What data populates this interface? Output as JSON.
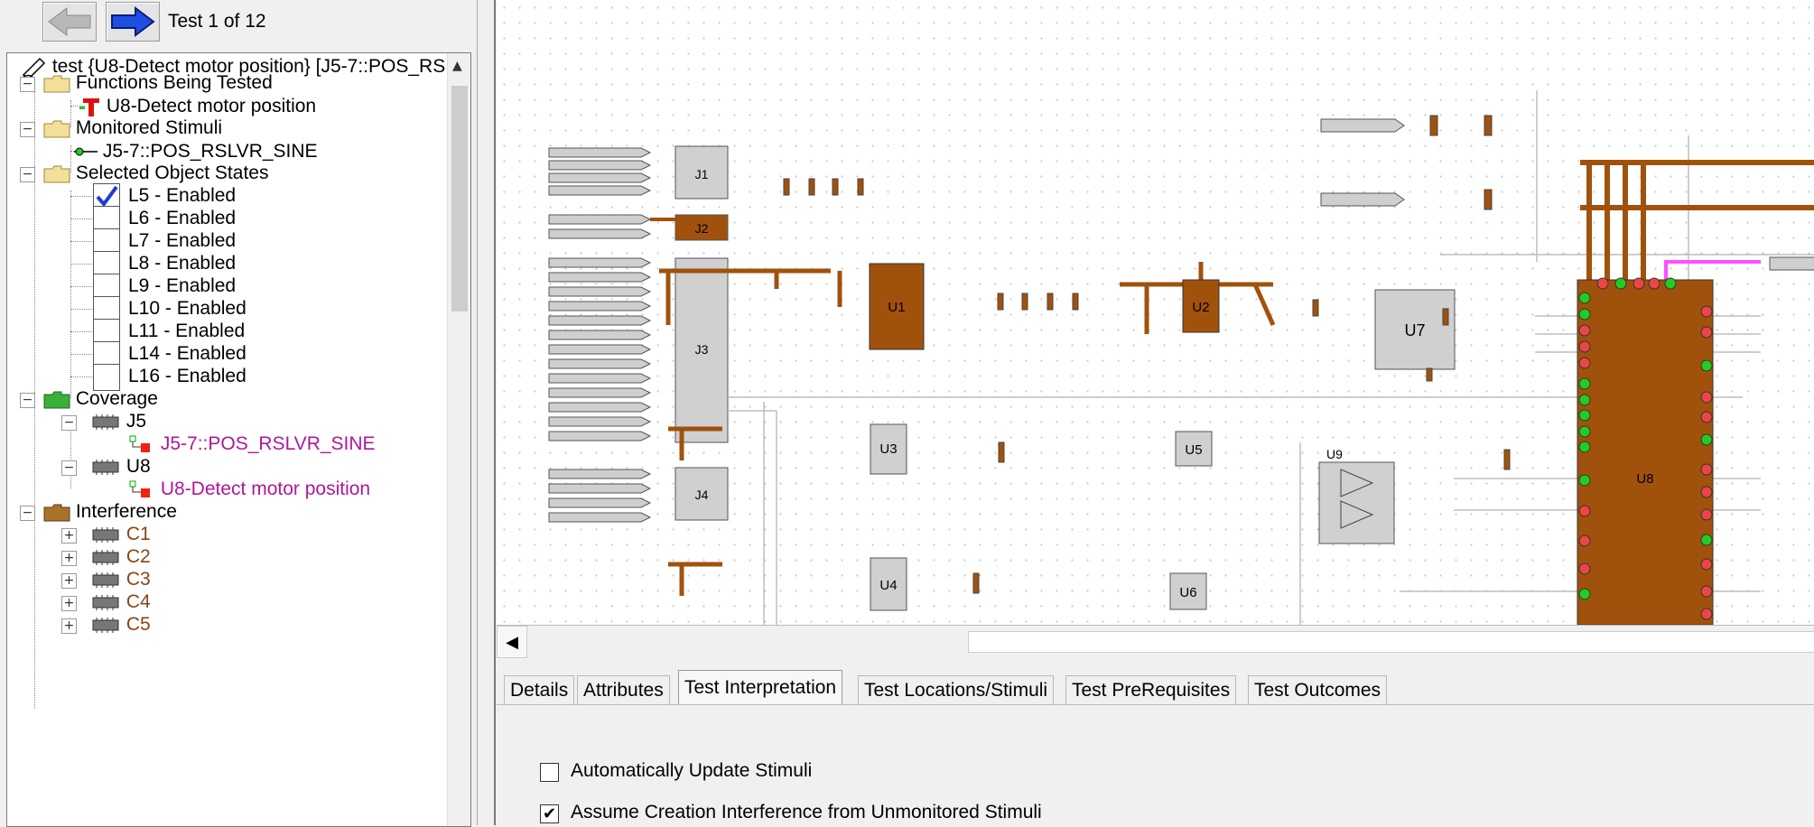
{
  "toolbar": {
    "counter": "Test 1 of 12"
  },
  "tree": {
    "root": "test {U8-Detect motor position} [J5-7::POS_RS",
    "functions": {
      "label": "Functions Being Tested",
      "items": [
        "U8-Detect motor position"
      ]
    },
    "stimuli": {
      "label": "Monitored Stimuli",
      "items": [
        "J5-7::POS_RSLVR_SINE"
      ]
    },
    "states": {
      "label": "Selected Object States",
      "items": [
        {
          "label": "L5 - Enabled",
          "checked": true
        },
        {
          "label": "L6 - Enabled",
          "checked": false
        },
        {
          "label": "L7 - Enabled",
          "checked": false
        },
        {
          "label": "L8 - Enabled",
          "checked": false
        },
        {
          "label": "L9 - Enabled",
          "checked": false
        },
        {
          "label": "L10 - Enabled",
          "checked": false
        },
        {
          "label": "L11 - Enabled",
          "checked": false
        },
        {
          "label": "L14 - Enabled",
          "checked": false
        },
        {
          "label": "L16 - Enabled",
          "checked": false
        }
      ]
    },
    "coverage": {
      "label": "Coverage",
      "j5": "J5",
      "j5_child": "J5-7::POS_RSLVR_SINE",
      "u8": "U8",
      "u8_child": "U8-Detect motor position"
    },
    "interference": {
      "label": "Interference",
      "items": [
        "C1",
        "C2",
        "C3",
        "C4",
        "C5"
      ]
    }
  },
  "schematic": {
    "components": [
      "J1",
      "J2",
      "J3",
      "J4",
      "U1",
      "U2",
      "U3",
      "U4",
      "U5",
      "U6",
      "U7",
      "U8",
      "U9"
    ]
  },
  "tabs": [
    "Details",
    "Attributes",
    "Test Interpretation",
    "Test Locations/Stimuli",
    "Test PreRequisites",
    "Test Outcomes"
  ],
  "active_tab": "Test Interpretation",
  "options": [
    {
      "label": "Automatically Update Stimuli",
      "checked": false
    },
    {
      "label": "Assume Creation Interference from Unmonitored Stimuli",
      "checked": true
    }
  ],
  "colors": {
    "component_fill": "#a0520c",
    "wire_magenta": "#ff4fff",
    "pin_green": "#22cc22",
    "pin_red": "#ee4444",
    "link_purple": "#b0169a"
  }
}
